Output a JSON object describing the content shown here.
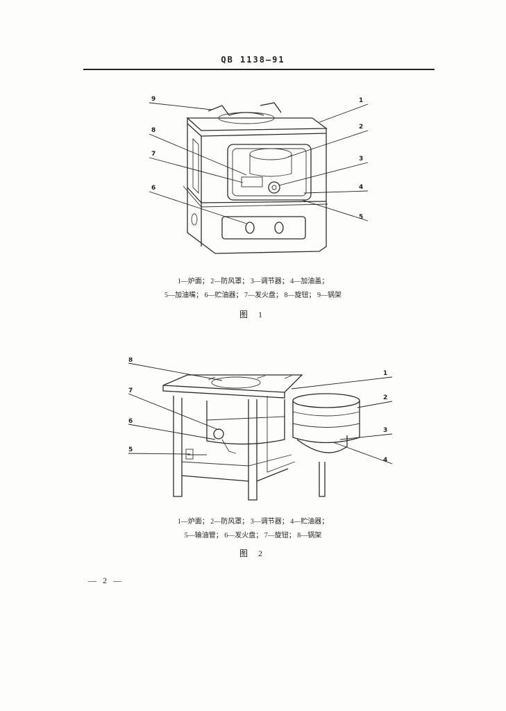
{
  "header": {
    "standard_code": "QB 1138—91"
  },
  "figure1": {
    "callouts": [
      "1",
      "2",
      "3",
      "4",
      "5",
      "6",
      "7",
      "8",
      "9"
    ],
    "legend_line1": "1—炉面； 2—防风罩； 3—调节器； 4—加油盖；",
    "legend_line2": "5—加油嘴； 6—贮油器； 7—发火盘； 8—旋钮； 9—锅架",
    "caption": "图  1"
  },
  "figure2": {
    "callouts": [
      "1",
      "2",
      "3",
      "4",
      "5",
      "6",
      "7",
      "8"
    ],
    "legend_line1": "1—炉面； 2—防风罩； 3—调节器； 4—贮油器；",
    "legend_line2": "5—输油管； 6—发火盘； 7—旋钮； 8—锅架",
    "caption": "图  2"
  },
  "footer": {
    "page_number": "— 2 —"
  }
}
